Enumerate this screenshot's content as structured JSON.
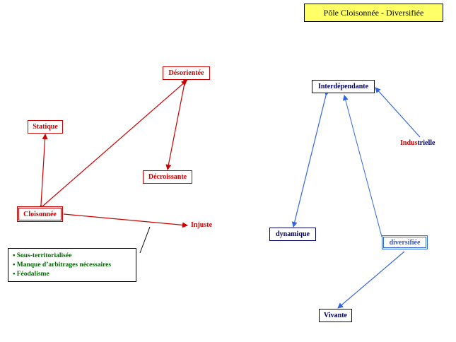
{
  "title": "Pôle Cloisonnée - Diversifiée",
  "nodes": {
    "desorientee": "Désorientée",
    "statique": "Statique",
    "decroissante": "Décroissante",
    "cloisonnee": "Cloisonnée",
    "injuste": "Injuste",
    "interdependante": "Interdépendante",
    "industrielle_a": "Indus",
    "industrielle_b": "trielle",
    "dynamique": "dynamique",
    "diversifiee": "diversifiée",
    "vivante": "Vivante"
  },
  "notes": [
    "Sous-territorialisée",
    "Manque d’arbitrages nécessaires",
    "Féodalisme"
  ],
  "colors": {
    "red": "#cc0000",
    "navy": "#000066",
    "blue": "#3366dd",
    "green": "#006600",
    "title_bg": "#ffff66"
  }
}
